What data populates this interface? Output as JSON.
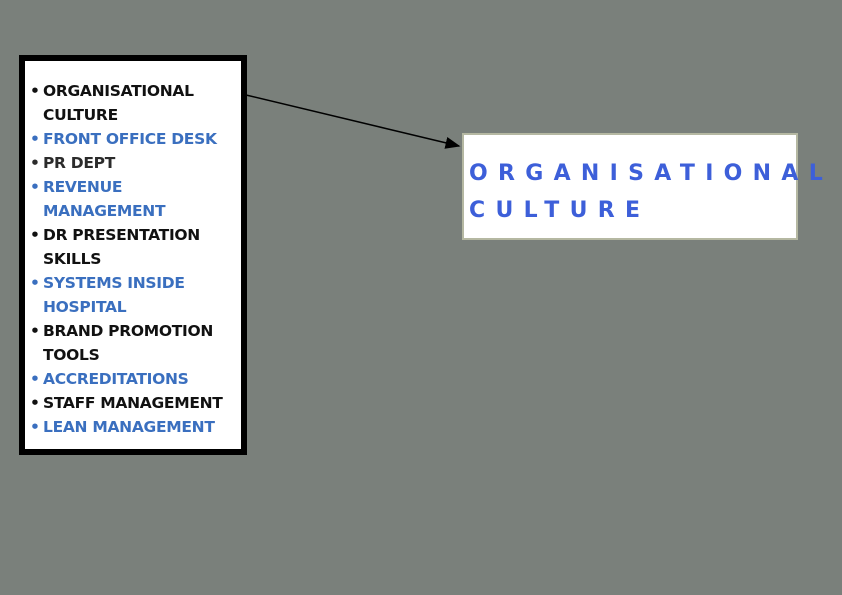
{
  "list": {
    "items": [
      {
        "lines": [
          "ORGANISATIONAL",
          "CULTURE"
        ],
        "color": "#111111"
      },
      {
        "lines": [
          "FRONT OFFICE DESK"
        ],
        "color": "#3a6fbf"
      },
      {
        "lines": [
          "PR DEPT"
        ],
        "color": "#2b2b2b"
      },
      {
        "lines": [
          "REVENUE",
          "MANAGEMENT"
        ],
        "color": "#3a6fbf"
      },
      {
        "lines": [
          "DR PRESENTATION",
          "SKILLS"
        ],
        "color": "#111111"
      },
      {
        "lines": [
          "SYSTEMS INSIDE",
          "HOSPITAL"
        ],
        "color": "#3a6fbf"
      },
      {
        "lines": [
          "BRAND PROMOTION",
          "TOOLS"
        ],
        "color": "#111111"
      },
      {
        "lines": [
          "ACCREDITATIONS"
        ],
        "color": "#3a6fbf"
      },
      {
        "lines": [
          "STAFF MANAGEMENT"
        ],
        "color": "#111111"
      },
      {
        "lines": [
          "LEAN MANAGEMENT"
        ],
        "color": "#3a6fbf"
      }
    ],
    "bullet": "•"
  },
  "title_box": {
    "lines": [
      "ORGANISATIONAL",
      "CULTURE"
    ],
    "color": "#3d5fd9"
  }
}
